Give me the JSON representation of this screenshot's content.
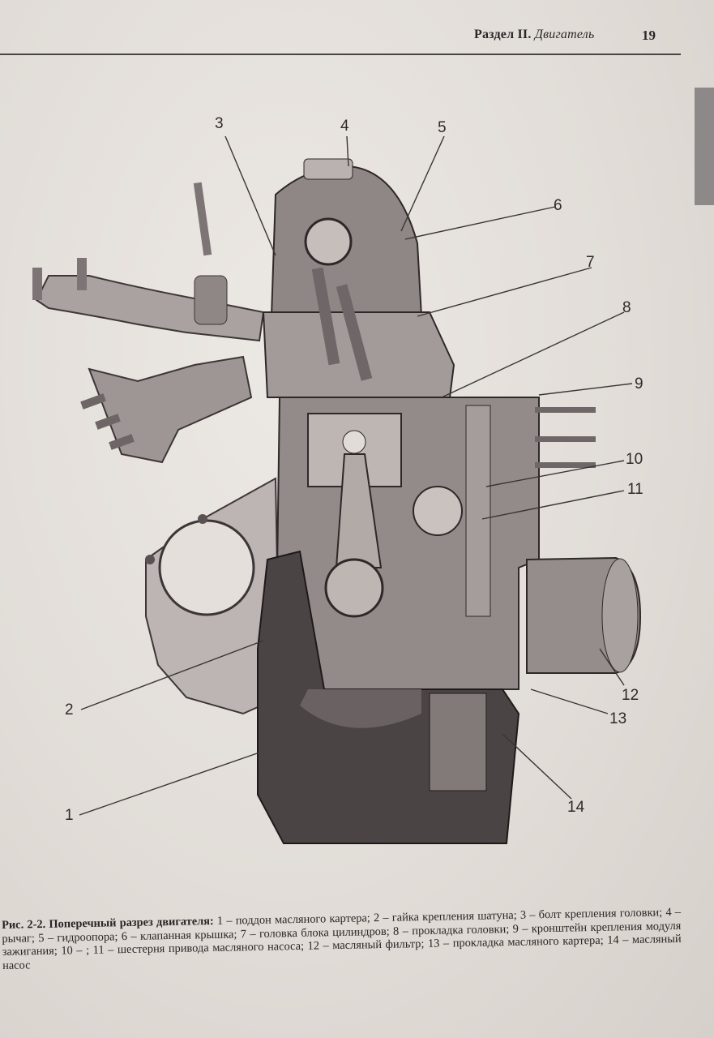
{
  "header": {
    "section": "Раздел II.",
    "section_title": "Двигатель",
    "page_number": "19"
  },
  "figure": {
    "callouts": [
      "1",
      "2",
      "3",
      "4",
      "5",
      "6",
      "7",
      "8",
      "9",
      "10",
      "11",
      "12",
      "13",
      "14"
    ]
  },
  "caption": {
    "title": "Рис. 2-2. Поперечный разрез двигателя:",
    "text": " 1 – поддон масляного картера; 2 – гайка крепления шатуна; 3 – болт крепления головки; 4 – рычаг; 5 – гидроопора; 6 – клапанная крышка; 7 – головка блока цилиндров; 8 – прокладка головки; 9 – кронштейн крепления модуля зажигания; 10 – ; 11 – шестерня привода масляного насоса; 12 – масляный фильтр; 13 – прокладка масляного картера; 14 – масляный насос"
  }
}
